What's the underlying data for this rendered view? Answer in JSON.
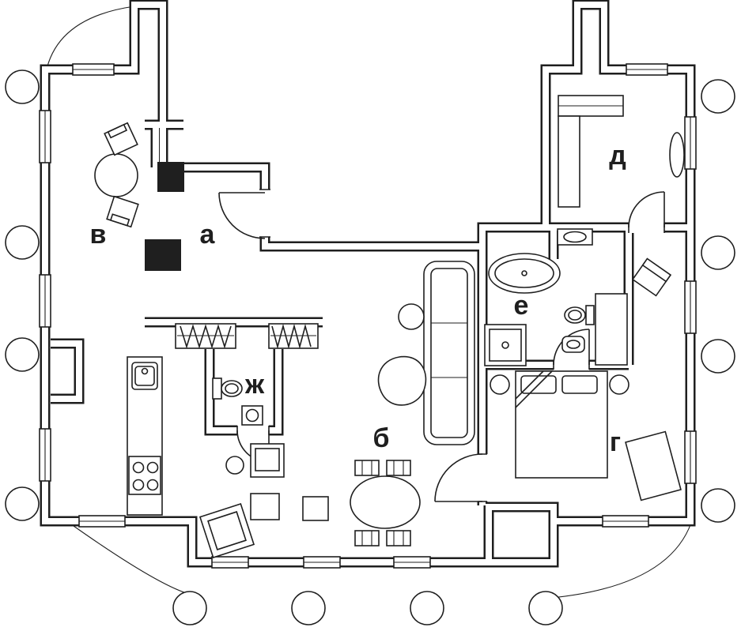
{
  "colors": {
    "background": "#ffffff",
    "line": "#1f1f1f"
  },
  "rooms": [
    {
      "id": "v",
      "label": "в"
    },
    {
      "id": "a",
      "label": "а"
    },
    {
      "id": "d",
      "label": "д"
    },
    {
      "id": "e",
      "label": "е"
    },
    {
      "id": "zh",
      "label": "ж"
    },
    {
      "id": "b",
      "label": "б"
    },
    {
      "id": "g",
      "label": "г"
    }
  ]
}
